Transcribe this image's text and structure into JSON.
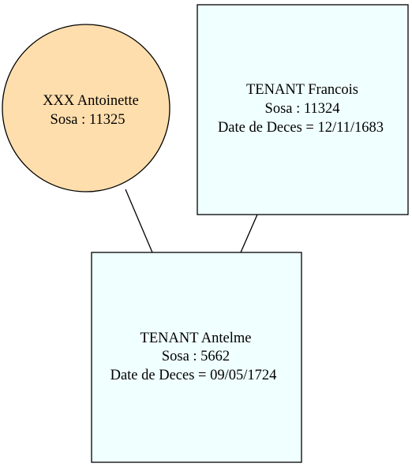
{
  "nodes": {
    "antoinette": {
      "name": "XXX Antoinette",
      "sosa": "Sosa : 11325",
      "fill": "#ffdead"
    },
    "francois": {
      "name": "TENANT Francois",
      "sosa": "Sosa : 11324",
      "death": "Date de Deces = 12/11/1683",
      "fill": "#f0ffff"
    },
    "antelme": {
      "name": "TENANT Antelme",
      "sosa": "Sosa : 5662",
      "death": "Date de Deces = 09/05/1724",
      "fill": "#f0ffff"
    }
  }
}
